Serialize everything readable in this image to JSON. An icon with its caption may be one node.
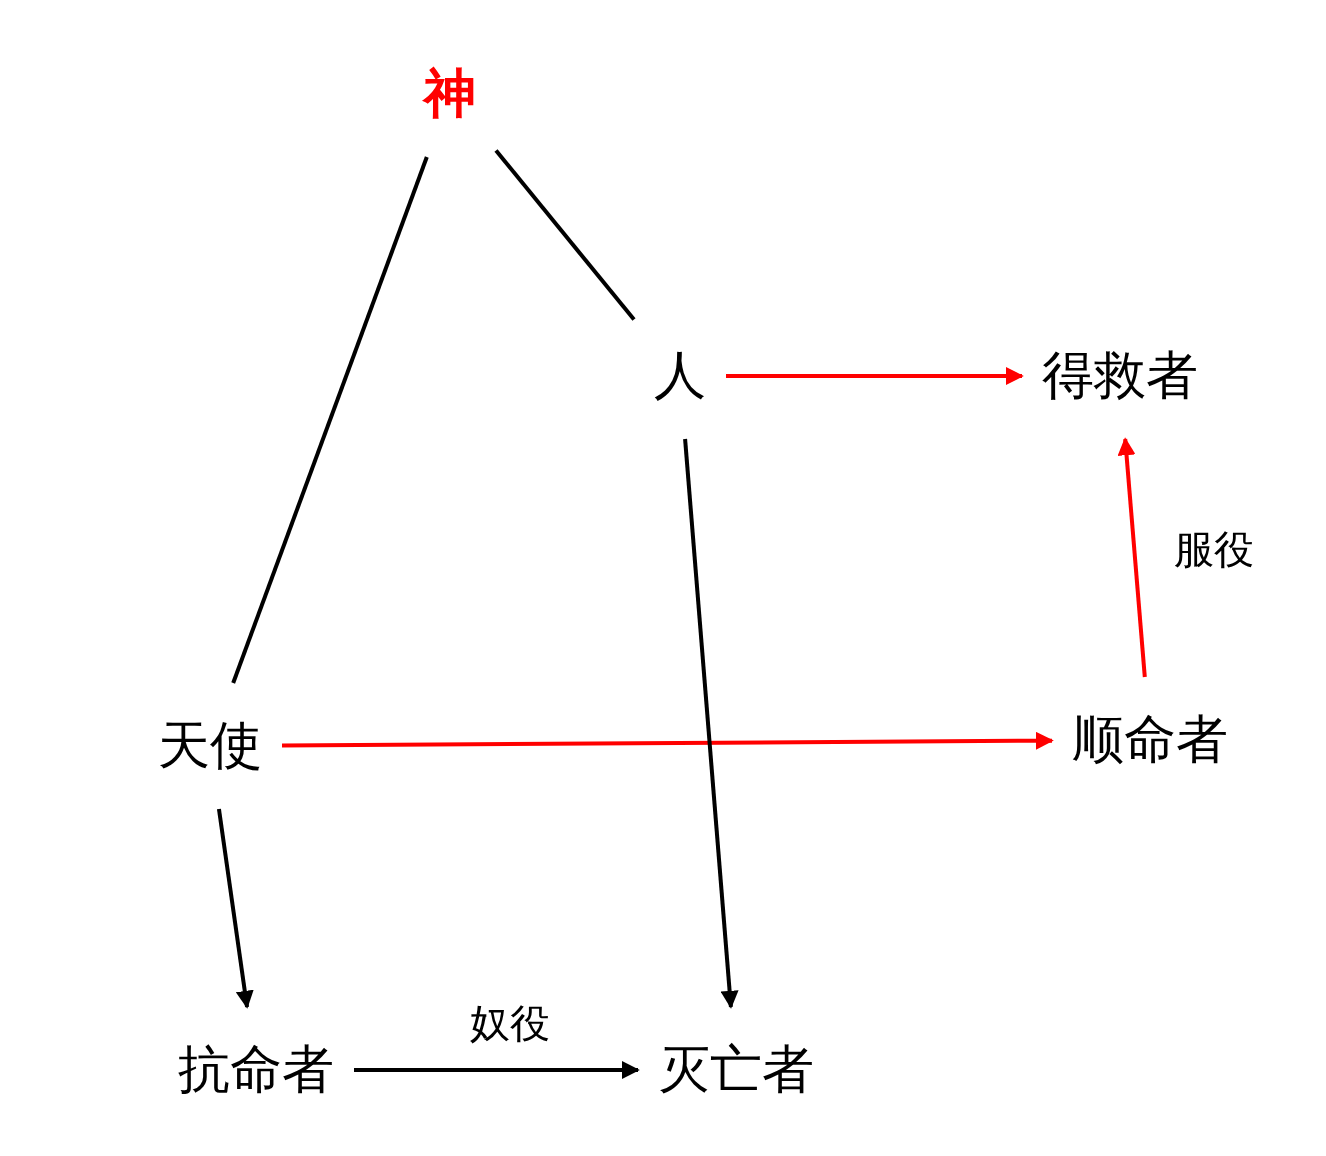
{
  "diagram": {
    "nodes": [
      {
        "text": [
          "神"
        ]
      },
      {
        "text": [
          "人"
        ]
      },
      {
        "text": [
          "得救者"
        ]
      },
      {
        "text": [
          "天使"
        ]
      },
      {
        "text": [
          "顺命者"
        ]
      },
      {
        "text": [
          "抗命者"
        ]
      },
      {
        "text": [
          "灭亡者"
        ]
      }
    ],
    "edges": [
      {
        "from": 0,
        "to": 3,
        "arrow": "none"
      },
      {
        "from": 0,
        "to": 1,
        "arrow": "none"
      },
      {
        "from": 1,
        "to": 2,
        "arrow": "to",
        "color": "#ff0000"
      },
      {
        "from": 4,
        "to": 2,
        "arrow": "to",
        "color": "#ff0000",
        "label": "服役"
      },
      {
        "from": 3,
        "to": 4,
        "arrow": "to",
        "color": "#ff0000"
      },
      {
        "from": 3,
        "to": 5,
        "arrow": "to"
      },
      {
        "from": 1,
        "to": 6,
        "arrow": "to"
      },
      {
        "from": 5,
        "to": 6,
        "arrow": "to",
        "label": "奴役"
      }
    ]
  }
}
